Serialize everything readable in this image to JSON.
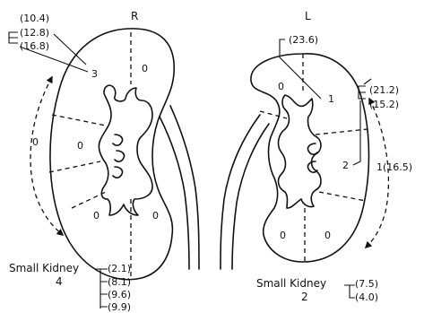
{
  "right_kidney": {
    "side_label": "R",
    "top_callout": [
      "(10.4)",
      "(12.8)",
      "(16.8)"
    ],
    "pole_number": "3",
    "segment_values": {
      "upper_lateral": "0",
      "middle_lateral": "0",
      "lower_lateral": "0",
      "lower_medial": "0",
      "outer_arc": "0"
    },
    "small_kidney_title": "Small Kidney",
    "small_kidney_count": "4",
    "small_kidney_values": [
      "(2.1)",
      "(8.1)",
      "(9.6)",
      "(9.9)"
    ]
  },
  "left_kidney": {
    "side_label": "L",
    "top_callout": "(23.6)",
    "upper_number": "1",
    "upper_value": "0",
    "right_callout": [
      "(21.2)",
      "(15.2)"
    ],
    "middle_number": "2",
    "outer_arc_label": "1(16.5)",
    "lower_values": [
      "0",
      "0"
    ],
    "small_kidney_title": "Small Kidney",
    "small_kidney_count": "2",
    "small_kidney_values": [
      "(7.5)",
      "(4.0)"
    ]
  }
}
